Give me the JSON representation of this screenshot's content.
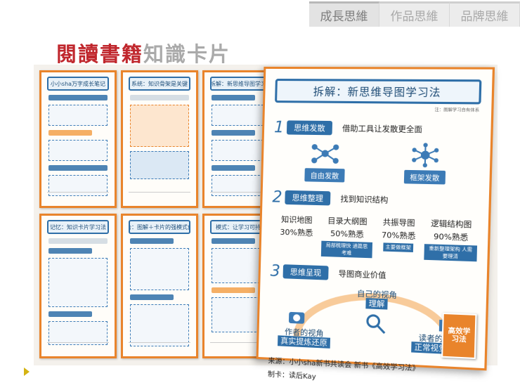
{
  "tabs": [
    "成長思維",
    "作品思維",
    "品牌思維"
  ],
  "title": {
    "red": "閱讀書籍",
    "grey": "知識卡片"
  },
  "small_cards": [
    {
      "title": "小小sha万字成长笔记"
    },
    {
      "title": "系统：知识骨架是关键"
    },
    {
      "title": "拆解：新思维导图学习法"
    },
    {
      "title": "记忆：知识卡片学习法"
    },
    {
      "title": "融合：图解＋卡片的强模式创作"
    },
    {
      "title": "模式：让学习可持续"
    }
  ],
  "big_card": {
    "header": "拆解：新思维导图学习法",
    "note": "注：图解学习自有体系",
    "s1": {
      "num": "1",
      "label": "思维发散",
      "desc": "借助工具让发散更全面",
      "tags": [
        "自由发散",
        "框架发散"
      ]
    },
    "s2": {
      "num": "2",
      "label": "思维整理",
      "desc": "找到知识结构",
      "items": [
        {
          "name": "知识地图",
          "val": "30%熟悉",
          "tag": ""
        },
        {
          "name": "目录大纲图",
          "val": "50%熟悉",
          "tag": "局部梳理快 通篇思考难"
        },
        {
          "name": "共振导图",
          "val": "70%熟悉",
          "tag": "主要做框架"
        },
        {
          "name": "逻辑结构图",
          "val": "90%熟悉",
          "tag": "重新整理架构 人需要理清"
        }
      ]
    },
    "s3": {
      "num": "3",
      "label": "思维呈现",
      "desc": "导图商业价值",
      "self_view_a": "自己的视角",
      "self_view_b": "理解",
      "author_view": "作者的视角",
      "author_sub": "真实提炼还原",
      "reader_view": "读者的视角",
      "reader_sub": "正常视觉浏览"
    },
    "source": "来源：小小sha新书共读会 新书《高效学习法》",
    "maker": "制卡：读后Kay",
    "book": "高效学习法"
  },
  "colors": {
    "accent": "#e9842b",
    "blue": "#2f6fa8",
    "title_red": "#c0272d"
  }
}
